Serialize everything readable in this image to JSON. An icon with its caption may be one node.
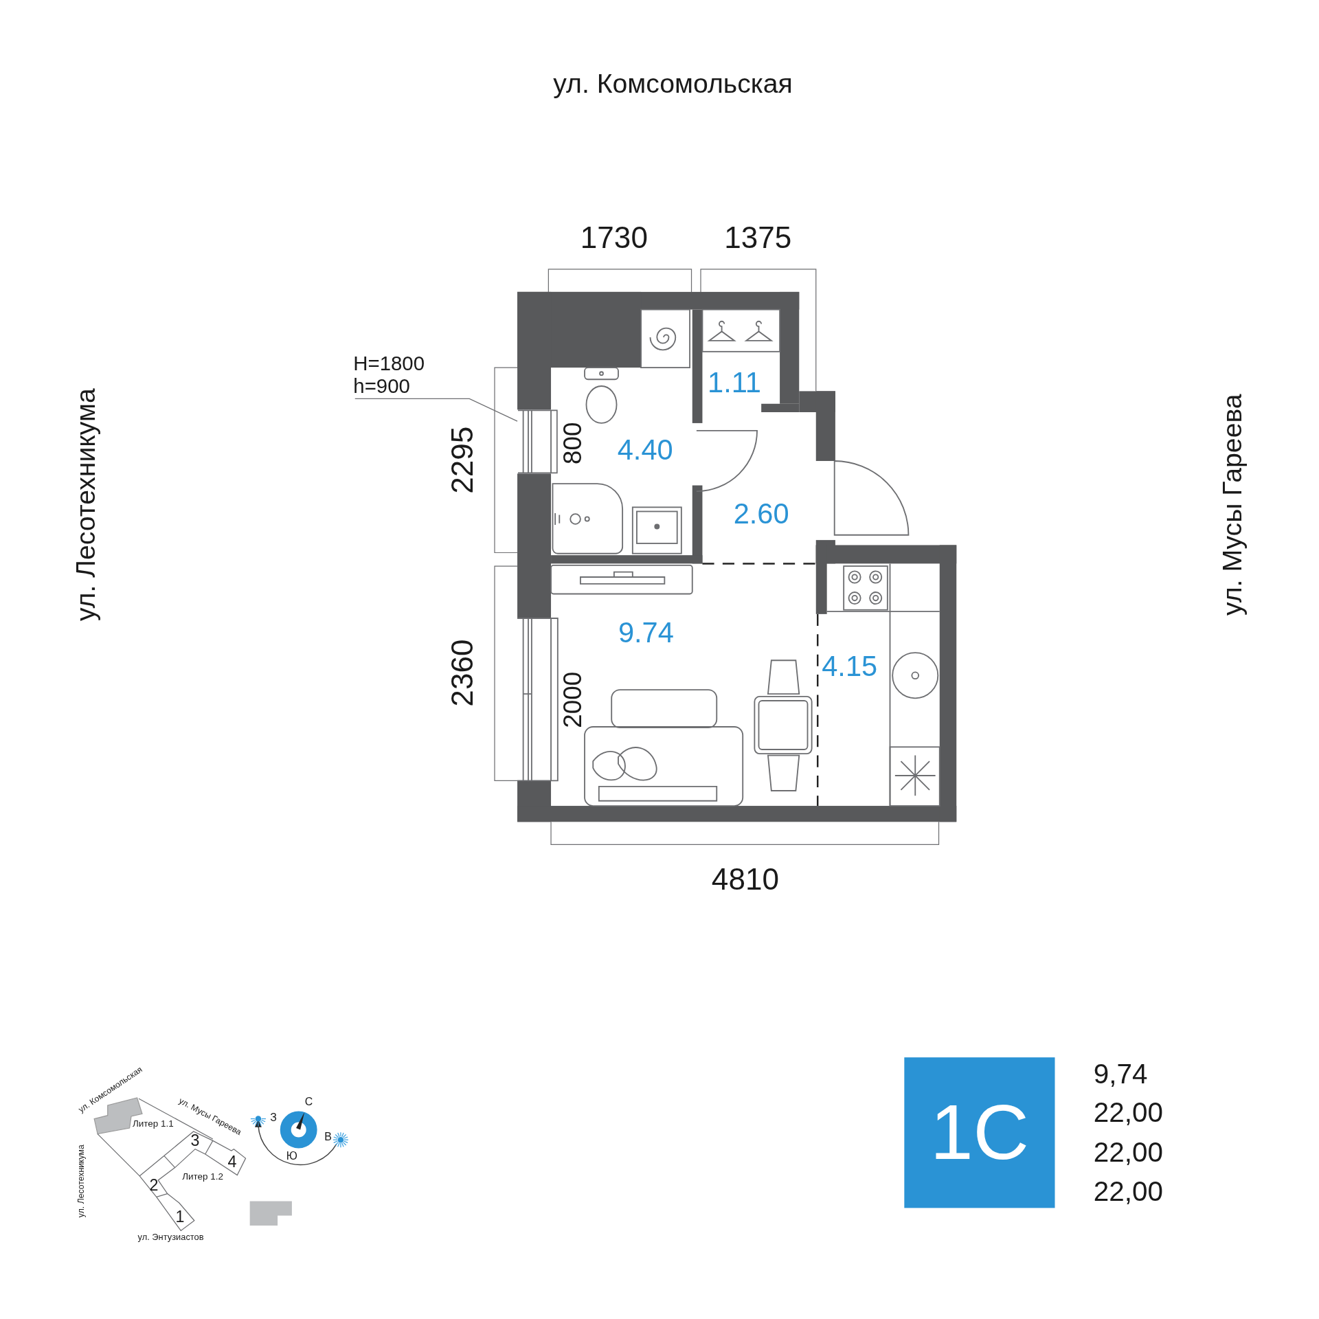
{
  "diagram": {
    "nodes": [
      {
        "text": [
          "H=1800",
          "h=900"
        ]
      },
      {
        "text": [],
        "shape": "box"
      },
      {
        "text": [
          "1С"
        ]
      }
    ],
    "edges": [
      {
        "from": 0,
        "to": 1,
        "arrow": "none"
      }
    ],
    "labels": [
      "ул. Комсомольская",
      "1730",
      "1375",
      "ул. Лесотехникума",
      "ул. Мусы Гареева",
      "2295",
      "800",
      "4.40",
      "1.11",
      "2.60",
      "9.74",
      "2360",
      "2000",
      "4.15",
      "4810",
      "ул. Комсомольская",
      "ул. Мусы Гареева",
      "Литер 1.1",
      "3",
      "4",
      "ул. Лесотехникума",
      "2",
      "Литер 1.2",
      "1",
      "ул. Энтузиастов",
      "С",
      "З",
      "В",
      "Ю",
      "9,74",
      "22,00",
      "22,00",
      "22,00"
    ]
  }
}
